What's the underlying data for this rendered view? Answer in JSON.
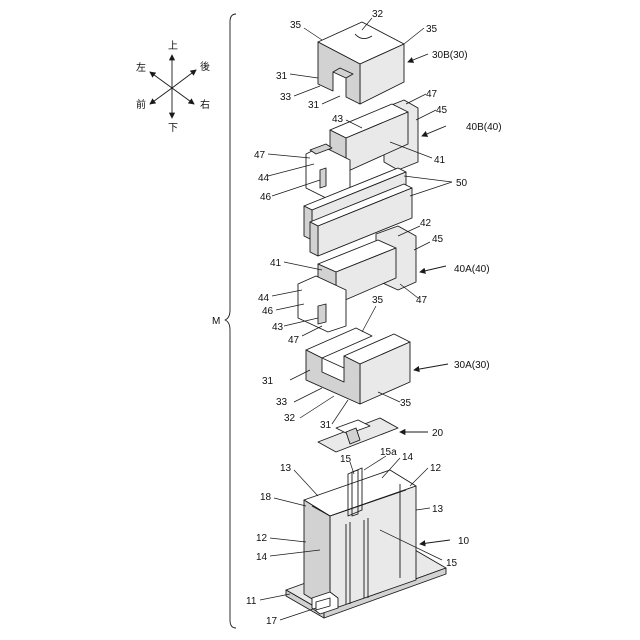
{
  "compass": {
    "up": "上",
    "down": "下",
    "left": "左",
    "right": "右",
    "front": "前",
    "back": "後"
  },
  "assembly_label": "M",
  "parts": {
    "cover_top": "30B(30)",
    "holder_top": "40B(40)",
    "plates": "50",
    "holder_bottom": "40A(40)",
    "cover_bottom": "30A(30)",
    "bracket": "20",
    "case": "10"
  },
  "refs": {
    "r35a": "35",
    "r32a": "32",
    "r35b": "35",
    "r31a": "31",
    "r33a": "33",
    "r31b": "31",
    "r47a": "47",
    "r45a": "45",
    "r43a": "43",
    "r47b": "47",
    "r44a": "44",
    "r41a": "41",
    "r46a": "46",
    "r42b": "42",
    "r45b": "45",
    "r41b": "41",
    "r44b": "44",
    "r46b": "46",
    "r43b": "43",
    "r47c": "47",
    "r47d": "47",
    "r35c": "35",
    "r31c": "31",
    "r33b": "33",
    "r32b": "32",
    "r31d": "31",
    "r35d": "35",
    "r15a": "15a",
    "r15b": "15",
    "r13a": "13",
    "r14a": "14",
    "r12a": "12",
    "r18": "18",
    "r13b": "13",
    "r12b": "12",
    "r14b": "14",
    "r15c": "15",
    "r11": "11",
    "r17": "17"
  }
}
